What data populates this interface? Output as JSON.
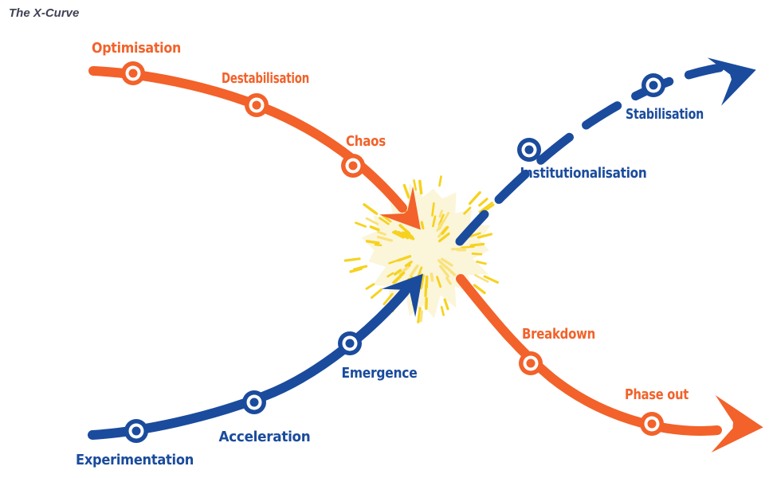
{
  "title": "The X-Curve",
  "colors": {
    "orange": "#F2622A",
    "blue": "#1A4B9D",
    "burst_fill": "#FBF5DA",
    "burst_rays": "#F6D21F",
    "burst_rays_light": "#F9E27A",
    "title_text": "#3F4254",
    "background": "#FFFFFF"
  },
  "stages": {
    "optimisation": "Optimisation",
    "destabilisation": "Destabilisation",
    "chaos": "Chaos",
    "breakdown": "Breakdown",
    "phase_out": "Phase out",
    "experimentation": "Experimentation",
    "acceleration": "Acceleration",
    "emergence": "Emergence",
    "institutionalisation": "Institutionalisation",
    "stabilisation": "Stabilisation"
  },
  "curves": {
    "old_system": {
      "color": "#F2622A",
      "line_style": "solid",
      "direction": "top-left declining to bottom-right",
      "stages_in_order": [
        "Optimisation",
        "Destabilisation",
        "Chaos",
        "Breakdown",
        "Phase out"
      ]
    },
    "new_system": {
      "color": "#1A4B9D",
      "line_style": "solid before crossing, dashed after crossing",
      "direction": "bottom-left rising to top-right",
      "stages_in_order": [
        "Experimentation",
        "Acceleration",
        "Emergence",
        "Institutionalisation",
        "Stabilisation"
      ]
    }
  }
}
